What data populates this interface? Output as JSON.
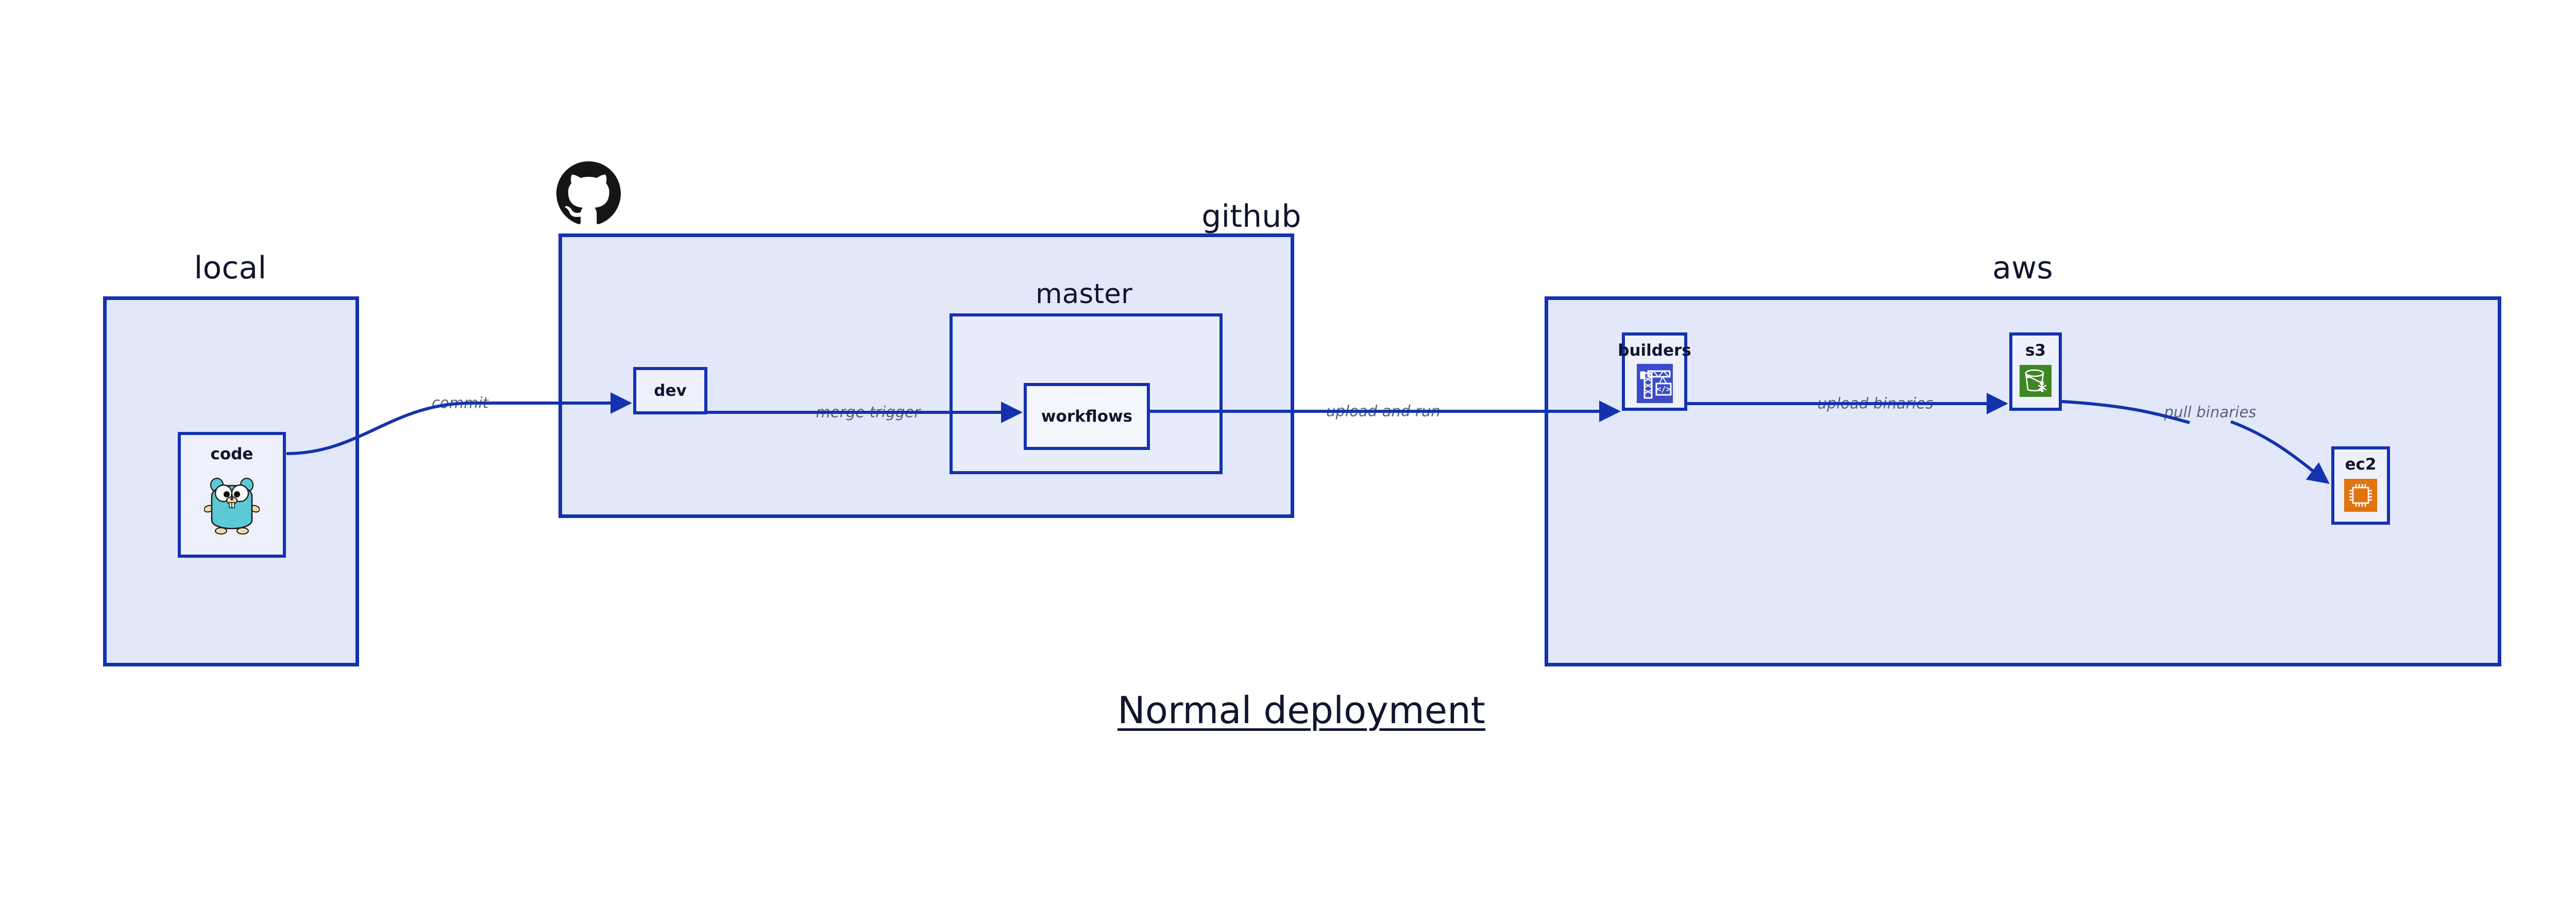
{
  "diagram": {
    "title": "Normal deployment",
    "accent_border": "#1432ad",
    "group_fill": "#e2e7fa",
    "node_fill": "#eef1fc",
    "subgroup_fill": "#e9edfb",
    "label_color": "#11152e",
    "edge_label_color": "#5b6376"
  },
  "groups": {
    "local": {
      "label": "local"
    },
    "github": {
      "label": "github"
    },
    "aws": {
      "label": "aws"
    }
  },
  "subgroups": {
    "master": {
      "label": "master"
    }
  },
  "nodes": {
    "code": {
      "label": "code",
      "icon": "go-gopher-icon"
    },
    "dev": {
      "label": "dev",
      "icon": "none"
    },
    "workflows": {
      "label": "workflows",
      "icon": "none"
    },
    "builders": {
      "label": "builders",
      "icon": "aws-codebuild-crane-icon",
      "icon_color": "#3b4bc8"
    },
    "s3": {
      "label": "s3",
      "icon": "aws-s3-glacier-bucket-icon",
      "icon_color": "#3f8624"
    },
    "ec2": {
      "label": "ec2",
      "icon": "aws-ec2-chip-icon",
      "icon_color": "#e0750f"
    }
  },
  "edges": [
    {
      "id": "commit",
      "label": "commit",
      "from": "code",
      "to": "dev"
    },
    {
      "id": "merge-trigger",
      "label": "merge trigger",
      "from": "dev",
      "to": "workflows"
    },
    {
      "id": "upload-and-run",
      "label": "upload and run",
      "from": "workflows",
      "to": "builders"
    },
    {
      "id": "upload-binaries",
      "label": "upload binaries",
      "from": "builders",
      "to": "s3"
    },
    {
      "id": "pull-binaries",
      "label": "pull binaries",
      "from": "s3",
      "to": "ec2"
    }
  ],
  "brand": {
    "github_mark": "github-octocat-icon"
  }
}
